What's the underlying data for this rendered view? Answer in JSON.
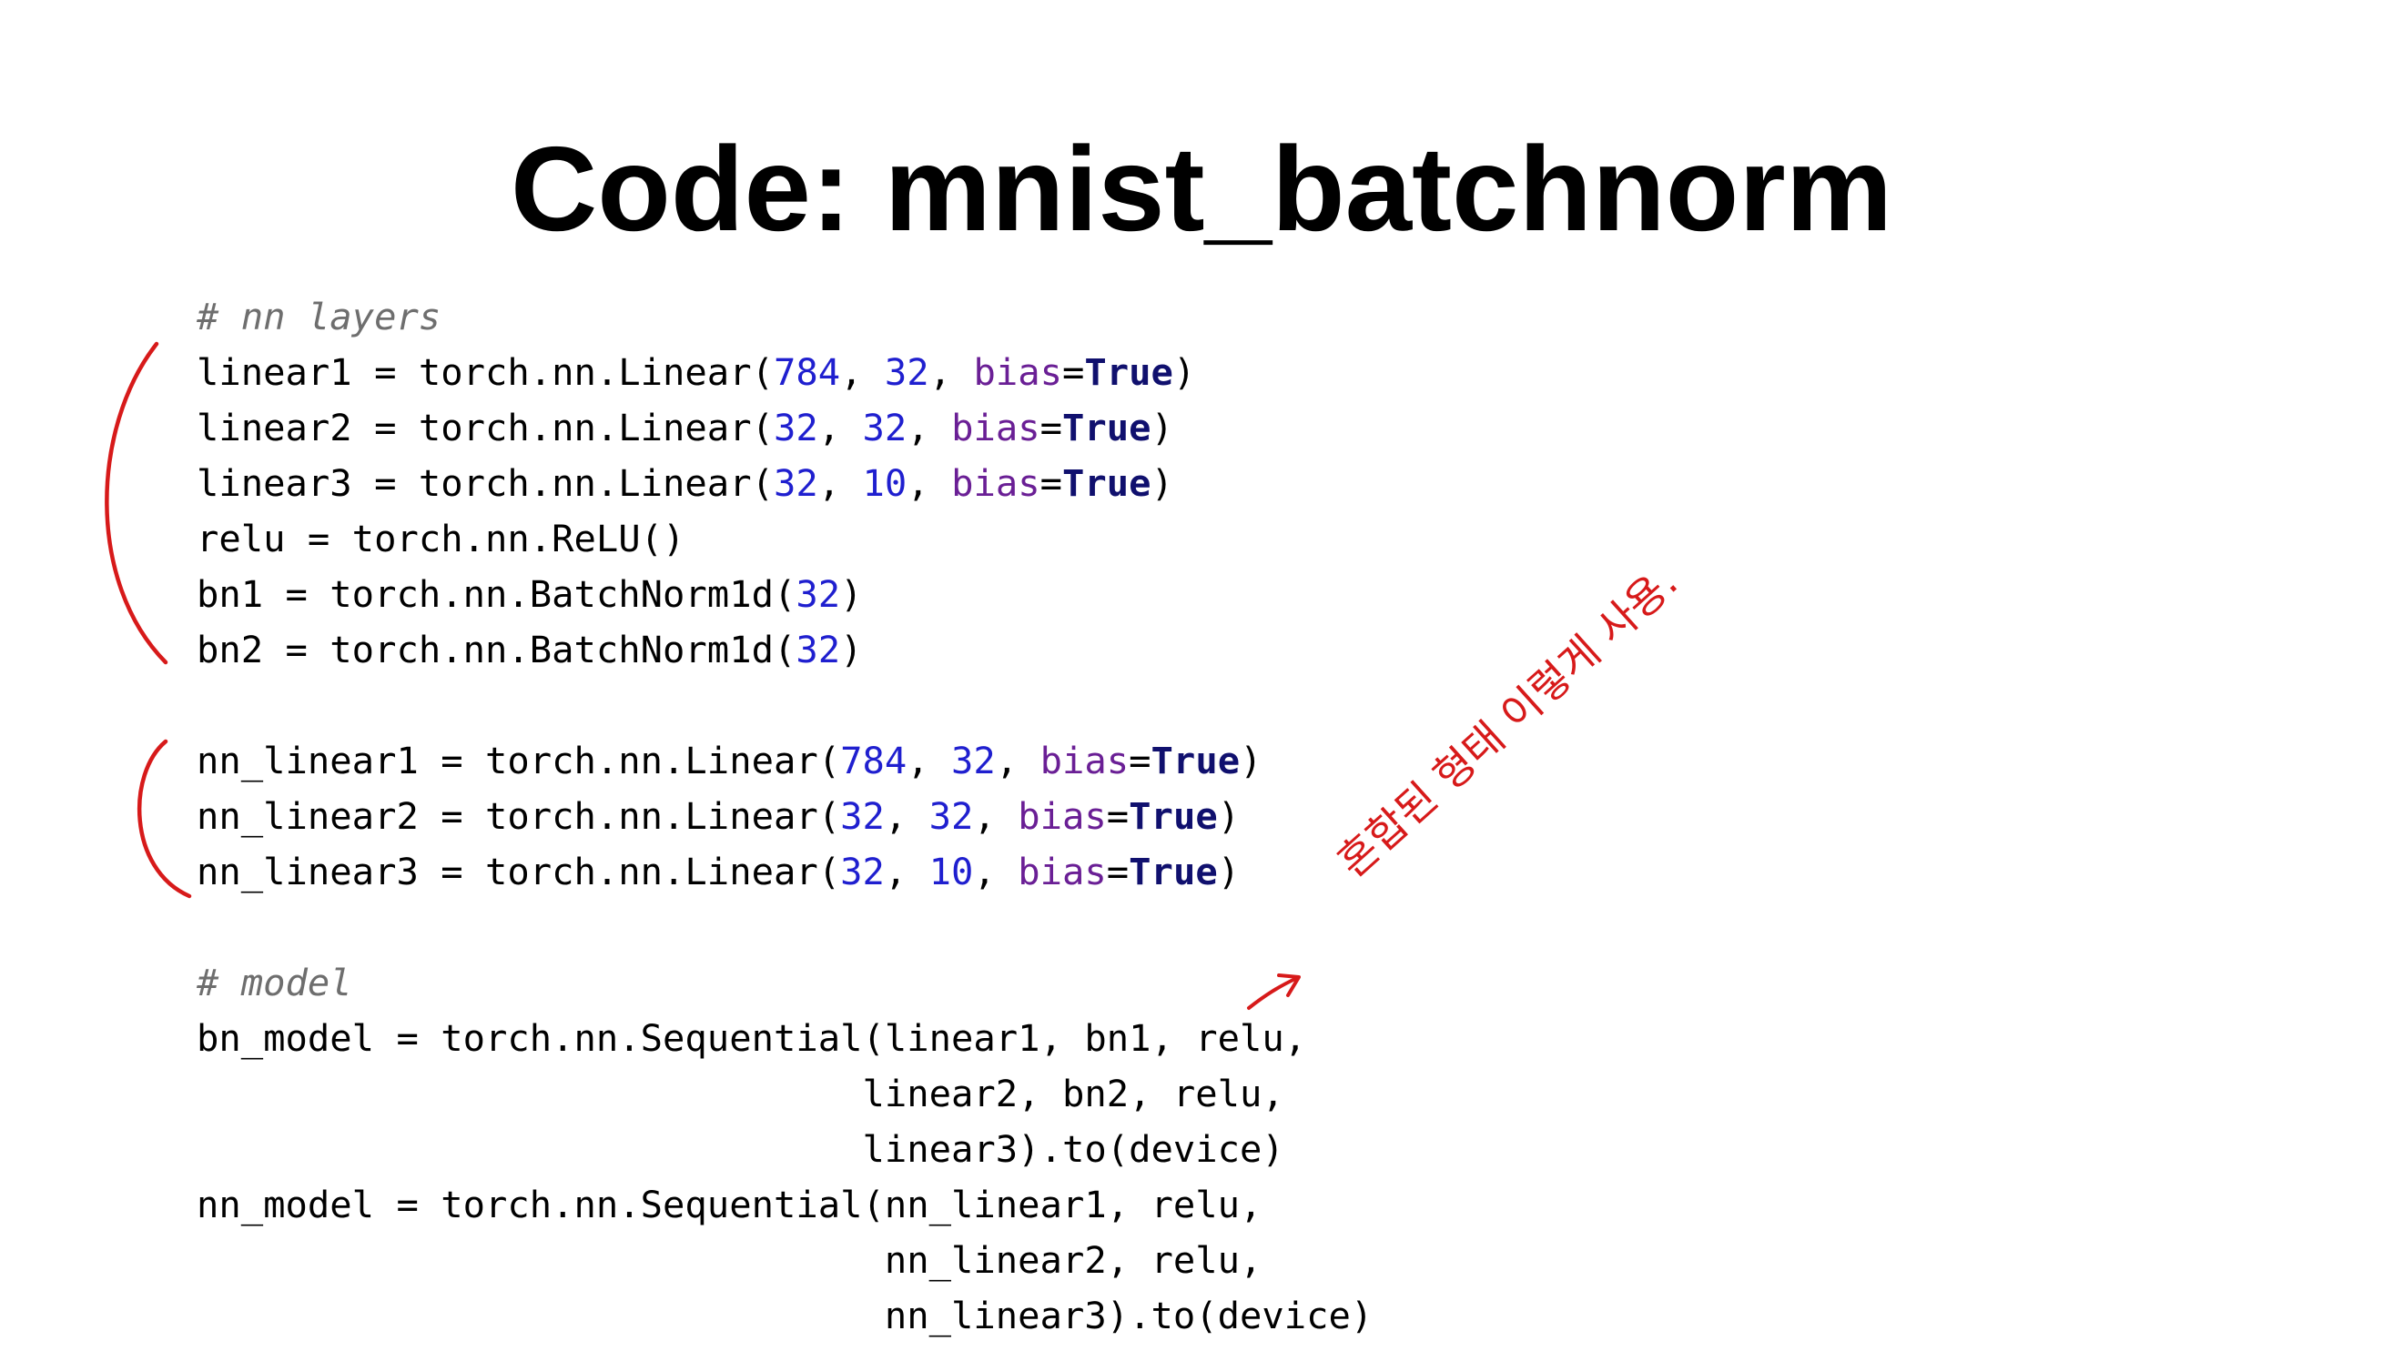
{
  "title": "Code: mnist_batchnorm",
  "code": {
    "lines": [
      [
        {
          "t": "# nn layers",
          "c": "comment"
        }
      ],
      [
        {
          "t": "linear1 = torch.nn.Linear(",
          "c": "plain"
        },
        {
          "t": "784",
          "c": "num"
        },
        {
          "t": ", ",
          "c": "plain"
        },
        {
          "t": "32",
          "c": "num"
        },
        {
          "t": ", ",
          "c": "plain"
        },
        {
          "t": "bias",
          "c": "kw"
        },
        {
          "t": "=",
          "c": "plain"
        },
        {
          "t": "True",
          "c": "bool"
        },
        {
          "t": ")",
          "c": "plain"
        }
      ],
      [
        {
          "t": "linear2 = torch.nn.Linear(",
          "c": "plain"
        },
        {
          "t": "32",
          "c": "num"
        },
        {
          "t": ", ",
          "c": "plain"
        },
        {
          "t": "32",
          "c": "num"
        },
        {
          "t": ", ",
          "c": "plain"
        },
        {
          "t": "bias",
          "c": "kw"
        },
        {
          "t": "=",
          "c": "plain"
        },
        {
          "t": "True",
          "c": "bool"
        },
        {
          "t": ")",
          "c": "plain"
        }
      ],
      [
        {
          "t": "linear3 = torch.nn.Linear(",
          "c": "plain"
        },
        {
          "t": "32",
          "c": "num"
        },
        {
          "t": ", ",
          "c": "plain"
        },
        {
          "t": "10",
          "c": "num"
        },
        {
          "t": ", ",
          "c": "plain"
        },
        {
          "t": "bias",
          "c": "kw"
        },
        {
          "t": "=",
          "c": "plain"
        },
        {
          "t": "True",
          "c": "bool"
        },
        {
          "t": ")",
          "c": "plain"
        }
      ],
      [
        {
          "t": "relu = torch.nn.ReLU()",
          "c": "plain"
        }
      ],
      [
        {
          "t": "bn1 = torch.nn.BatchNorm1d(",
          "c": "plain"
        },
        {
          "t": "32",
          "c": "num"
        },
        {
          "t": ")",
          "c": "plain"
        }
      ],
      [
        {
          "t": "bn2 = torch.nn.BatchNorm1d(",
          "c": "plain"
        },
        {
          "t": "32",
          "c": "num"
        },
        {
          "t": ")",
          "c": "plain"
        }
      ],
      [],
      [
        {
          "t": "nn_linear1 = torch.nn.Linear(",
          "c": "plain"
        },
        {
          "t": "784",
          "c": "num"
        },
        {
          "t": ", ",
          "c": "plain"
        },
        {
          "t": "32",
          "c": "num"
        },
        {
          "t": ", ",
          "c": "plain"
        },
        {
          "t": "bias",
          "c": "kw"
        },
        {
          "t": "=",
          "c": "plain"
        },
        {
          "t": "True",
          "c": "bool"
        },
        {
          "t": ")",
          "c": "plain"
        }
      ],
      [
        {
          "t": "nn_linear2 = torch.nn.Linear(",
          "c": "plain"
        },
        {
          "t": "32",
          "c": "num"
        },
        {
          "t": ", ",
          "c": "plain"
        },
        {
          "t": "32",
          "c": "num"
        },
        {
          "t": ", ",
          "c": "plain"
        },
        {
          "t": "bias",
          "c": "kw"
        },
        {
          "t": "=",
          "c": "plain"
        },
        {
          "t": "True",
          "c": "bool"
        },
        {
          "t": ")",
          "c": "plain"
        }
      ],
      [
        {
          "t": "nn_linear3 = torch.nn.Linear(",
          "c": "plain"
        },
        {
          "t": "32",
          "c": "num"
        },
        {
          "t": ", ",
          "c": "plain"
        },
        {
          "t": "10",
          "c": "num"
        },
        {
          "t": ", ",
          "c": "plain"
        },
        {
          "t": "bias",
          "c": "kw"
        },
        {
          "t": "=",
          "c": "plain"
        },
        {
          "t": "True",
          "c": "bool"
        },
        {
          "t": ")",
          "c": "plain"
        }
      ],
      [],
      [
        {
          "t": "# model",
          "c": "comment"
        }
      ],
      [
        {
          "t": "bn_model = torch.nn.Sequential(linear1, bn1, relu,",
          "c": "plain"
        }
      ],
      [
        {
          "t": "                              linear2, bn2, relu,",
          "c": "plain"
        }
      ],
      [
        {
          "t": "                              linear3).to(device)",
          "c": "plain"
        }
      ],
      [
        {
          "t": "nn_model = torch.nn.Sequential(nn_linear1, relu,",
          "c": "plain"
        }
      ],
      [
        {
          "t": "                               nn_linear2, relu,",
          "c": "plain"
        }
      ],
      [
        {
          "t": "                               nn_linear3).to(device)",
          "c": "plain"
        }
      ]
    ]
  },
  "annotation": {
    "handwritten_note": "혼합된 형태 이렇게 사용.",
    "ink_color": "#d71a1a"
  },
  "colors": {
    "number": "#1f1fcf",
    "keyword_arg": "#6a1f95",
    "boolean": "#10106e",
    "comment": "#6e6e6e"
  }
}
